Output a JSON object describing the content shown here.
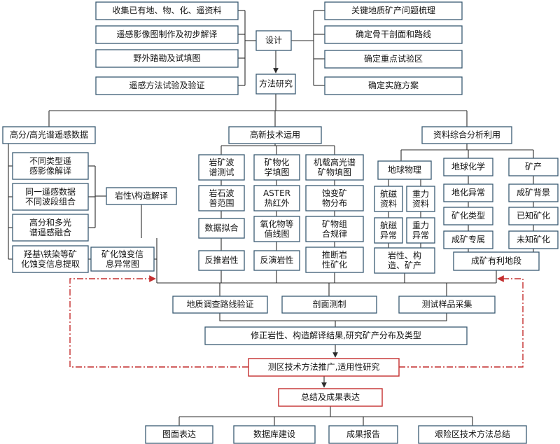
{
  "nodes": [
    {
      "id": "collect",
      "text": "收集已有地、物、化、遥资料"
    },
    {
      "id": "rs_map",
      "text": "遥感影像图制作及初步解译"
    },
    {
      "id": "field",
      "text": "野外踏勘及试填图"
    },
    {
      "id": "rs_test",
      "text": "遥感方法试验及验证"
    },
    {
      "id": "design",
      "text": "设计"
    },
    {
      "id": "method",
      "text": "方法研究"
    },
    {
      "id": "key_prob",
      "text": "关键地质矿产问题梳理"
    },
    {
      "id": "profile",
      "text": "确定骨干剖面和路线"
    },
    {
      "id": "test_area",
      "text": "确定重点试验区"
    },
    {
      "id": "plan",
      "text": "确定实施方案"
    },
    {
      "id": "hs_data",
      "text": "高分/高光谱遥感数据"
    },
    {
      "id": "tech",
      "text": "高新技术运用"
    },
    {
      "id": "synth",
      "text": "资料综合分析利用"
    },
    {
      "id": "types_interp",
      "lines": [
        "不同类型遥",
        "感影像解译"
      ]
    },
    {
      "id": "bands",
      "lines": [
        "同一遥感数据",
        "不同波段组合"
      ]
    },
    {
      "id": "fusion",
      "lines": [
        "高分和多光",
        "谱遥感融合"
      ]
    },
    {
      "id": "alteration",
      "lines": [
        "羟基\\铁染等矿",
        "化蚀变信息提取"
      ]
    },
    {
      "id": "litho_interp",
      "text": "岩性\\构造解译"
    },
    {
      "id": "anomaly_map",
      "lines": [
        "矿化蚀变信",
        "息异常图"
      ]
    },
    {
      "id": "spectra",
      "lines": [
        "岩矿波",
        "谱测试"
      ]
    },
    {
      "id": "range_map",
      "lines": [
        "岩石波",
        "普范围"
      ]
    },
    {
      "id": "fitting",
      "text": "数据拟合"
    },
    {
      "id": "invert1",
      "text": "反推岩性"
    },
    {
      "id": "mineral_chem",
      "lines": [
        "矿物化",
        "学填图"
      ]
    },
    {
      "id": "aster",
      "lines": [
        "ASTER",
        "热红外"
      ]
    },
    {
      "id": "oxide",
      "lines": [
        "氧化物等",
        "值线图"
      ]
    },
    {
      "id": "invert2",
      "text": "反演岩性"
    },
    {
      "id": "airborne",
      "lines": [
        "机载高光谱",
        "矿物填图"
      ]
    },
    {
      "id": "alt_dist",
      "lines": [
        "蚀变矿",
        "物分布"
      ]
    },
    {
      "id": "assemblage",
      "lines": [
        "矿物组",
        "合规律"
      ]
    },
    {
      "id": "infer",
      "lines": [
        "推断岩",
        "性矿化"
      ]
    },
    {
      "id": "geophys",
      "text": "地球物理"
    },
    {
      "id": "aeromag",
      "lines": [
        "航磁",
        "资料"
      ]
    },
    {
      "id": "gravity",
      "lines": [
        "重力",
        "资料"
      ]
    },
    {
      "id": "aeromag_anom",
      "lines": [
        "航磁",
        "异常"
      ]
    },
    {
      "id": "gravity_anom",
      "lines": [
        "重力",
        "异常"
      ]
    },
    {
      "id": "litho_struct",
      "lines": [
        "岩性、构",
        "造、矿产"
      ]
    },
    {
      "id": "geochem",
      "text": "地球化学"
    },
    {
      "id": "geochem_anom",
      "text": "地化异常"
    },
    {
      "id": "min_type",
      "text": "矿化类型"
    },
    {
      "id": "min_specific",
      "text": "成矿专属"
    },
    {
      "id": "mineral",
      "text": "矿产"
    },
    {
      "id": "min_bg",
      "text": "成矿背景"
    },
    {
      "id": "known_min",
      "text": "已知矿化"
    },
    {
      "id": "unknown_min",
      "text": "未知矿化"
    },
    {
      "id": "favorable",
      "text": "成矿有利地段"
    },
    {
      "id": "route_verify",
      "text": "地质调查路线验证"
    },
    {
      "id": "section",
      "text": "剖面测制"
    },
    {
      "id": "sampling",
      "text": "测试样品采集"
    },
    {
      "id": "revise",
      "text": "修正岩性、构造解译结果,研究矿产分布及类型"
    },
    {
      "id": "promote",
      "text": "测区技术方法推广,适用性研究"
    },
    {
      "id": "summary",
      "text": "总结及成果表达"
    },
    {
      "id": "maps",
      "text": "图面表达"
    },
    {
      "id": "database",
      "text": "数据库建设"
    },
    {
      "id": "report",
      "text": "成果报告"
    },
    {
      "id": "hard_area",
      "text": "艰险区技术方法总结"
    }
  ],
  "colors": {
    "box_stroke": "#3a5a72",
    "line": "#2b2b2b",
    "feedback": "#c42f2f",
    "text": "#141414"
  }
}
